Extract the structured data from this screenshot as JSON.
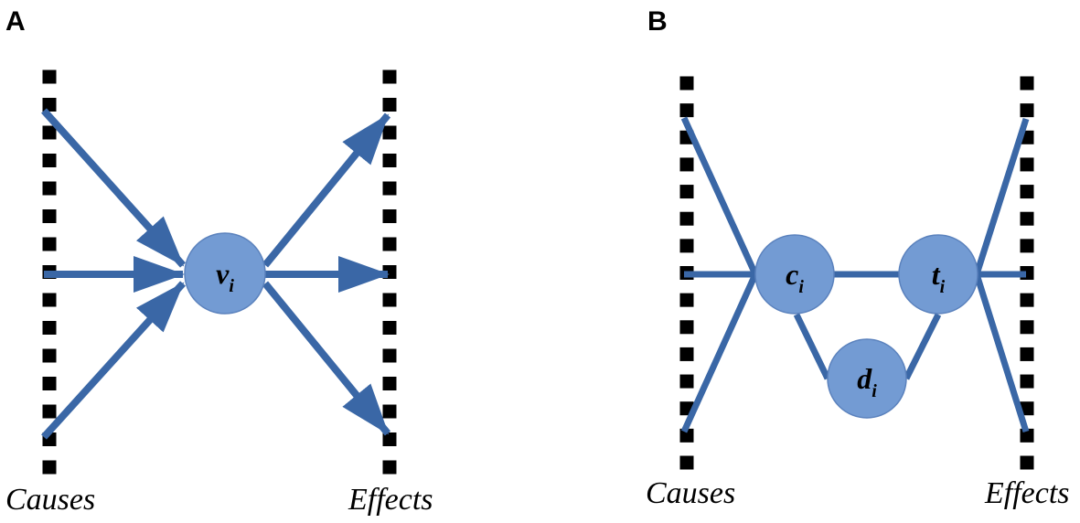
{
  "panel_a": {
    "label": "A",
    "left_caption": "Causes",
    "right_caption": "Effects",
    "node": {
      "main": "v",
      "sub": "i"
    }
  },
  "panel_b": {
    "label": "B",
    "left_caption": "Causes",
    "right_caption": "Effects",
    "node_c": {
      "main": "c",
      "sub": "i"
    },
    "node_t": {
      "main": "t",
      "sub": "i"
    },
    "node_d": {
      "main": "d",
      "sub": "i"
    }
  },
  "colors": {
    "edge": "#3A67A6",
    "node_fill": "#739BD3",
    "node_stroke": "#5B82BD",
    "dots": "#000000"
  }
}
